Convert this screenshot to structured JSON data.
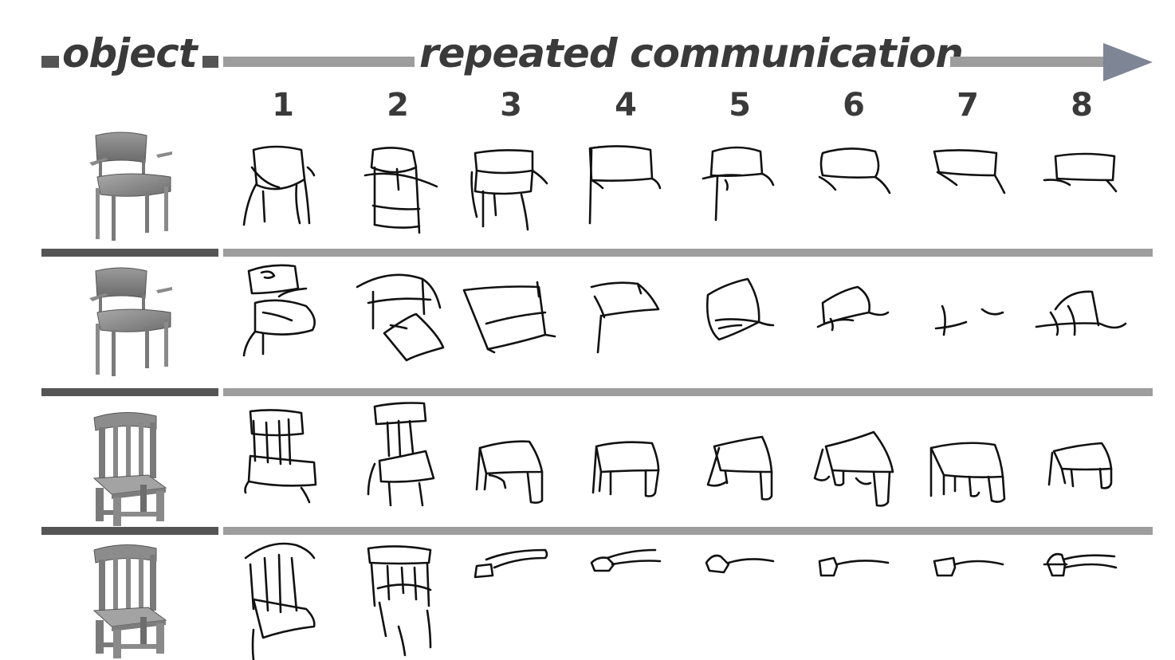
{
  "header": {
    "object_label": "object",
    "title": "repeated communication"
  },
  "columns": [
    "1",
    "2",
    "3",
    "4",
    "5",
    "6",
    "7",
    "8"
  ],
  "rows": [
    {
      "object": "armchair",
      "sketch_count": 8
    },
    {
      "object": "armchair",
      "sketch_count": 8
    },
    {
      "object": "spindle-back-chair",
      "sketch_count": 8
    },
    {
      "object": "spindle-back-chair",
      "sketch_count": 8
    }
  ],
  "colors": {
    "text": "#3a3a3a",
    "divider_dark": "#555555",
    "divider_light": "#9d9d9d",
    "arrow_head": "#7e8595",
    "stroke": "#111111"
  }
}
